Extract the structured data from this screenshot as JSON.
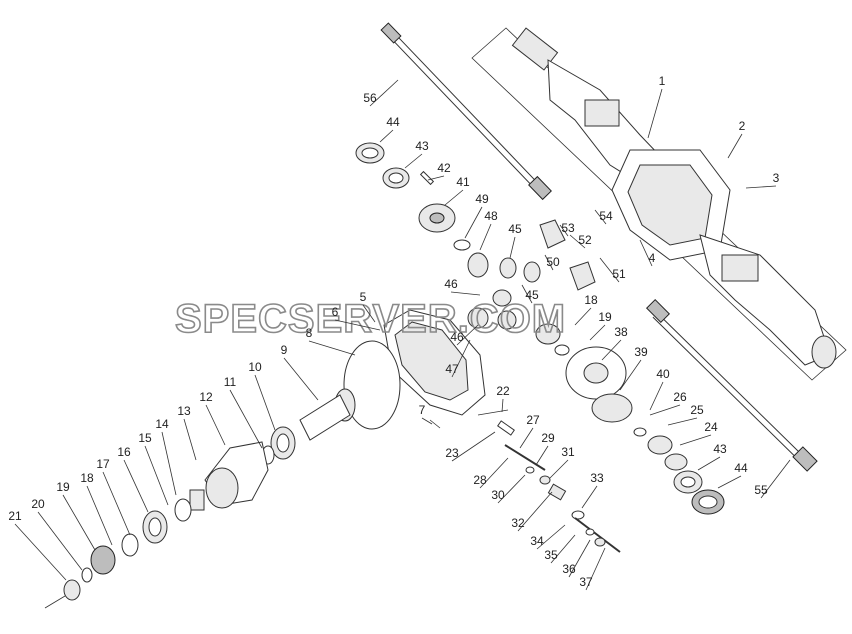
{
  "watermark": "SPECSERVER.COM",
  "callouts": [
    "1",
    "2",
    "3",
    "4",
    "5",
    "6",
    "7",
    "8",
    "9",
    "10",
    "11",
    "12",
    "13",
    "14",
    "15",
    "16",
    "17",
    "18",
    "18",
    "19",
    "19",
    "20",
    "21",
    "22",
    "23",
    "24",
    "25",
    "26",
    "27",
    "28",
    "29",
    "30",
    "31",
    "32",
    "33",
    "34",
    "35",
    "36",
    "37",
    "38",
    "39",
    "40",
    "41",
    "42",
    "43",
    "43",
    "44",
    "44",
    "45",
    "45",
    "46",
    "46",
    "47",
    "48",
    "49",
    "50",
    "51",
    "52",
    "53",
    "54",
    "55",
    "56"
  ]
}
